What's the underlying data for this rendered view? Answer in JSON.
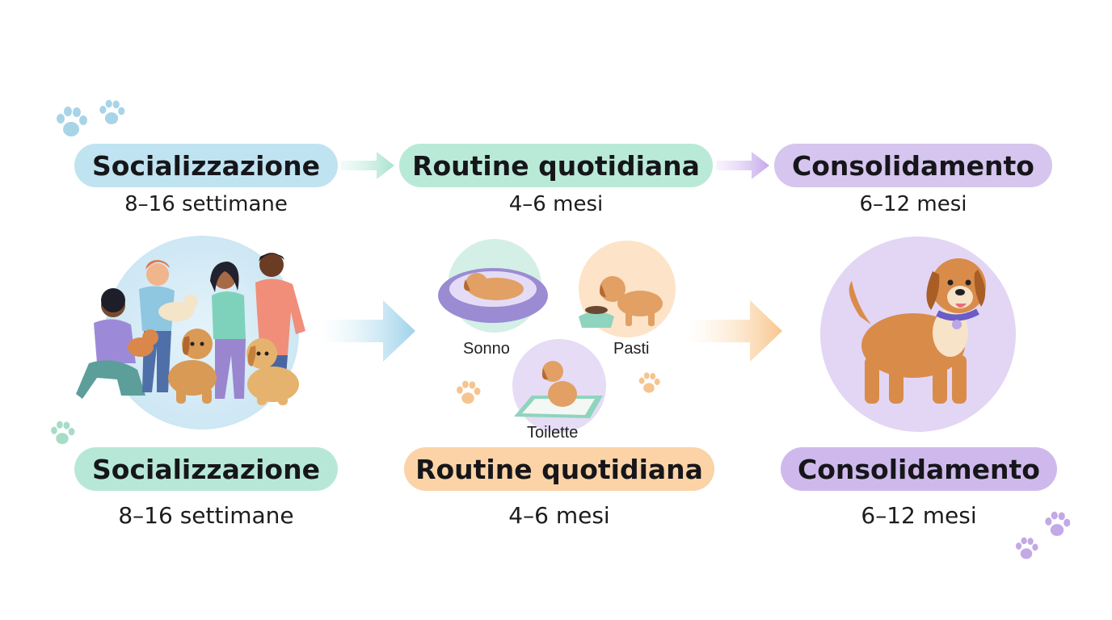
{
  "top_row": [
    {
      "title": "Socializzazione",
      "duration": "8–16 settimane",
      "color": "#bfe3f1"
    },
    {
      "title": "Routine quotidiana",
      "duration": "4–6 mesi",
      "color": "#b9ead7"
    },
    {
      "title": "Consolidamento",
      "duration": "6–12 mesi",
      "color": "#d6c5ee"
    }
  ],
  "bottom_row": [
    {
      "title": "Socializzazione",
      "duration": "8–16 settimane",
      "color": "#b7e8d7"
    },
    {
      "title": "Routine quotidiana",
      "duration": "4–6 mesi",
      "color": "#fbd3a6"
    },
    {
      "title": "Consolidamento",
      "duration": "6–12 mesi",
      "color": "#cfb9ec"
    }
  ],
  "routine_items": {
    "sleep": "Sonno",
    "meals": "Pasti",
    "toilet": "Toilette"
  },
  "icons": [
    "paw-icon",
    "arrow-right-icon",
    "people-with-dogs-illustration",
    "dog-bed-illustration",
    "food-bowl-illustration",
    "potty-pad-illustration",
    "adult-dog-illustration"
  ]
}
